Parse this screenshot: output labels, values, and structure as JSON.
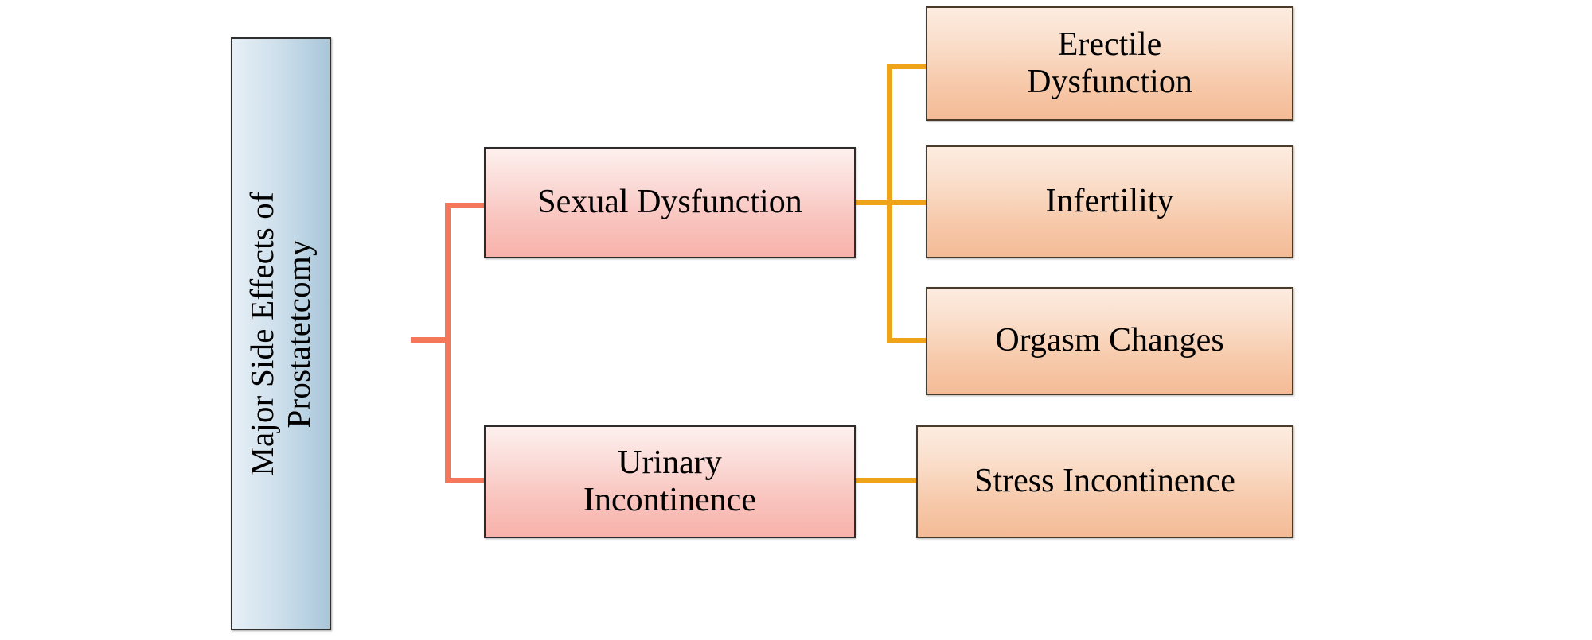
{
  "diagram": {
    "title": "Major Side Effects of Prostatetcomy",
    "type": "hierarchy-tree",
    "orientation": "left-to-right",
    "colors": {
      "root_fill_light": "#e8f0f7",
      "root_fill_dark": "#a9c6da",
      "level1_fill_light": "#fdf0ee",
      "level1_fill_dark": "#f7b2aa",
      "level2_fill_light": "#fcece0",
      "level2_fill_dark": "#f4bb96",
      "connector_level1": "#f4775a",
      "connector_level2": "#efa318",
      "border": "#2b2b2b",
      "text": "#000000",
      "background": "#ffffff"
    }
  },
  "root": {
    "line1": "Major Side Effects of",
    "line2": "Prostatetcomy"
  },
  "branches": [
    {
      "id": "sexual-dysfunction",
      "label": "Sexual Dysfunction",
      "children": [
        {
          "id": "erectile-dysfunction",
          "line1": "Erectile",
          "line2": "Dysfunction",
          "label": "Erectile Dysfunction"
        },
        {
          "id": "infertility",
          "line1": "Infertility",
          "line2": "",
          "label": "Infertility"
        },
        {
          "id": "orgasm-changes",
          "line1": "Orgasm Changes",
          "line2": "",
          "label": "Orgasm Changes"
        }
      ]
    },
    {
      "id": "urinary-incontinence",
      "label_line1": "Urinary",
      "label_line2": "Incontinence",
      "label": "Urinary Incontinence",
      "children": [
        {
          "id": "stress-incontinence",
          "line1": "Stress Incontinence",
          "line2": "",
          "label": "Stress Incontinence"
        }
      ]
    }
  ]
}
